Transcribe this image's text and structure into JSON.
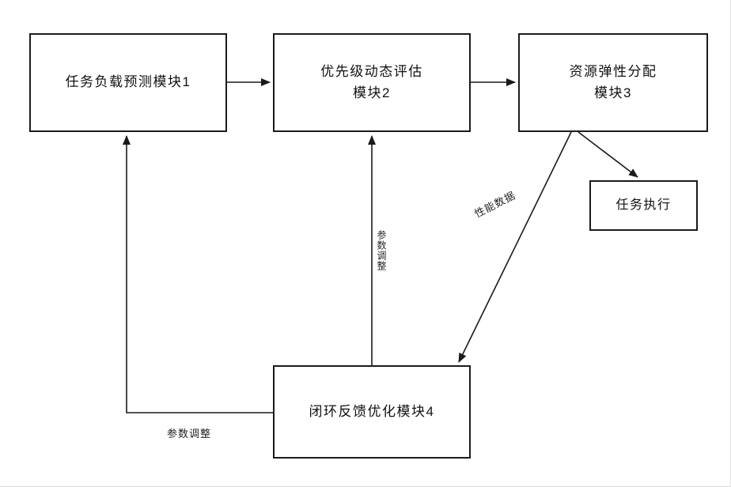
{
  "diagram": {
    "nodes": {
      "module1": {
        "label": "任务负载预测模块1"
      },
      "module2": {
        "line1": "优先级动态评估",
        "line2": "模块2"
      },
      "module3": {
        "line1": "资源弹性分配",
        "line2": "模块3"
      },
      "task_exec": {
        "label": "任务执行"
      },
      "module4": {
        "label": "闭环反馈优化模块4"
      }
    },
    "edge_labels": {
      "performance_data": "性能数据",
      "param_adjust_up": "参数调整",
      "param_adjust_left": "参数调整"
    },
    "colors": {
      "line": "#1a1a1a",
      "box_border": "#1b1b1b",
      "text": "#111111",
      "background": "#ffffff"
    }
  }
}
